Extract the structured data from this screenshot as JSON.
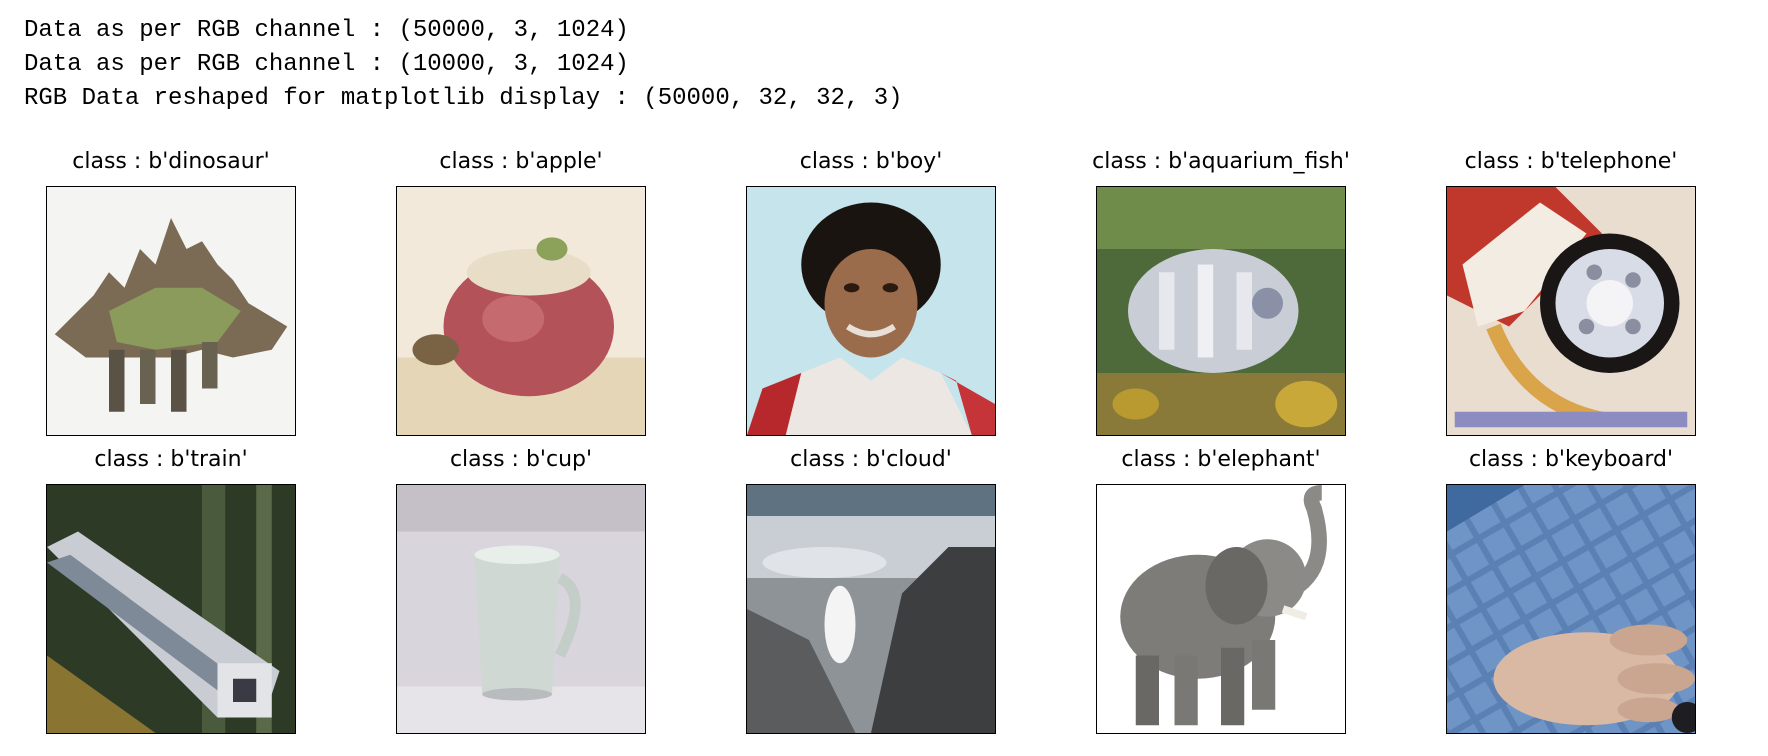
{
  "output": {
    "lines": [
      "Data as per RGB channel : (50000, 3, 1024)",
      "Data as per RGB channel : (10000, 3, 1024)",
      "RGB Data reshaped for matplotlib display : (50000, 32, 32, 3)"
    ]
  },
  "images": [
    {
      "title": "class : b'dinosaur'",
      "icon": "dinosaur-image"
    },
    {
      "title": "class : b'apple'",
      "icon": "apple-image"
    },
    {
      "title": "class : b'boy'",
      "icon": "boy-image"
    },
    {
      "title": "class : b'aquarium_fish'",
      "icon": "aquarium-fish-image"
    },
    {
      "title": "class : b'telephone'",
      "icon": "telephone-image"
    },
    {
      "title": "class : b'train'",
      "icon": "train-image"
    },
    {
      "title": "class : b'cup'",
      "icon": "cup-image"
    },
    {
      "title": "class : b'cloud'",
      "icon": "cloud-image"
    },
    {
      "title": "class : b'elephant'",
      "icon": "elephant-image"
    },
    {
      "title": "class : b'keyboard'",
      "icon": "keyboard-image"
    }
  ]
}
